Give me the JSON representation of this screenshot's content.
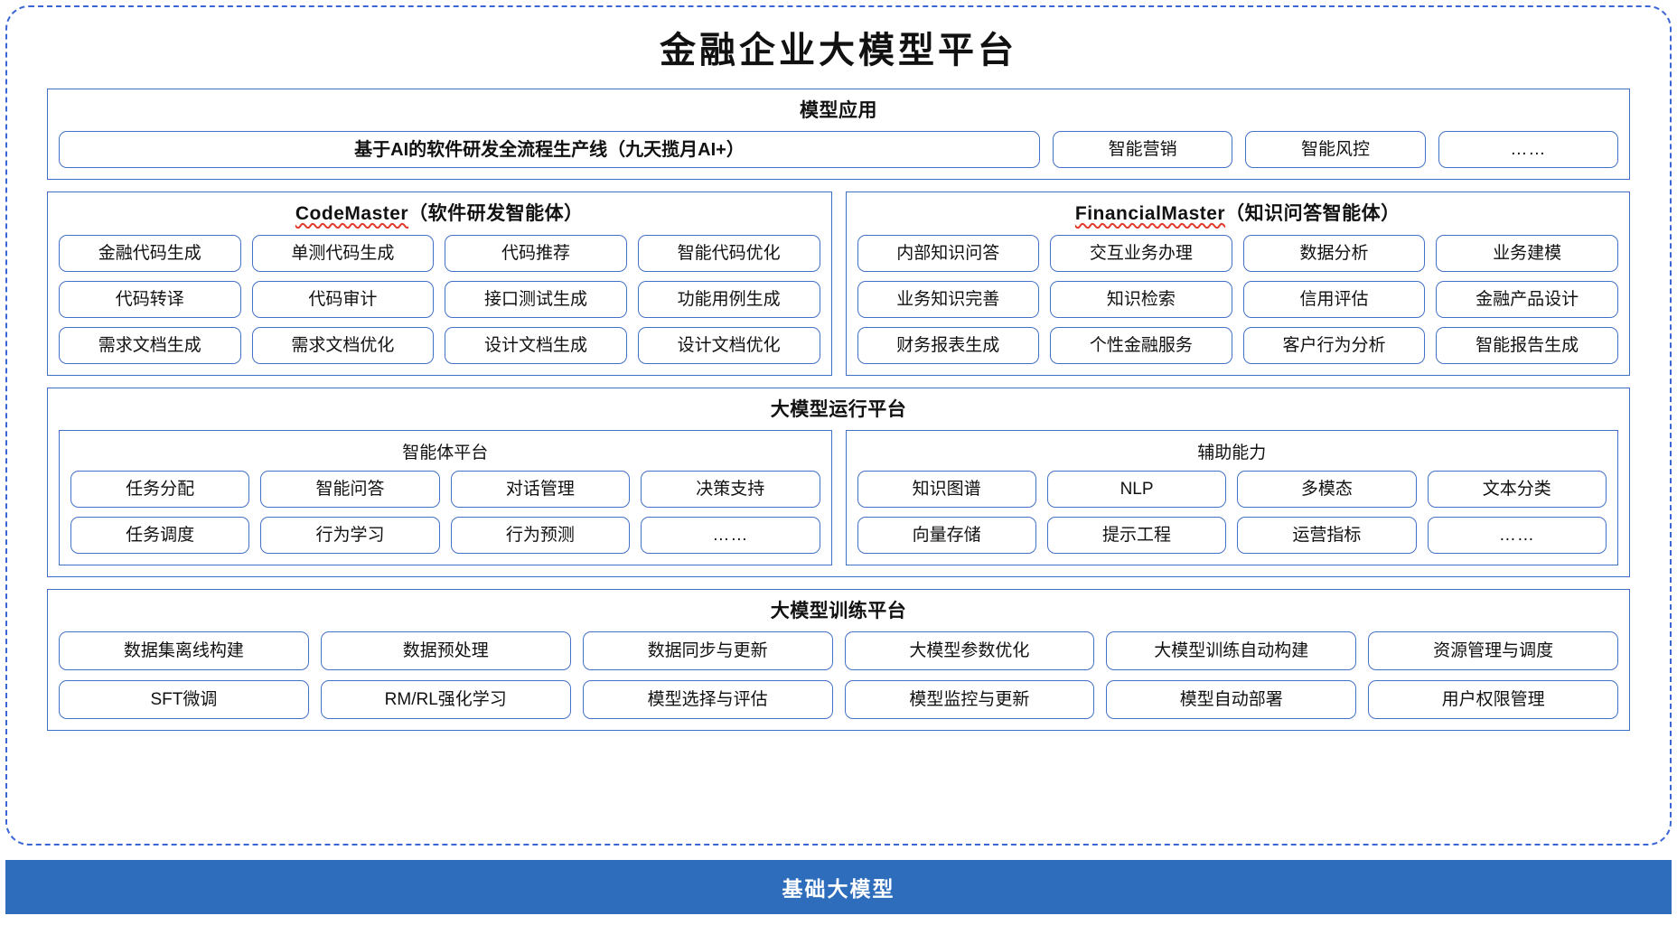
{
  "page": {
    "title": "金融企业大模型平台"
  },
  "model_application": {
    "title": "模型应用",
    "primary": "基于AI的软件研发全流程生产线（九天揽月AI+）",
    "items": [
      "智能营销",
      "智能风控",
      "……"
    ]
  },
  "agents": [
    {
      "name": "CodeMaster",
      "suffix": "（软件研发智能体）",
      "items": [
        "金融代码生成",
        "单测代码生成",
        "代码推荐",
        "智能代码优化",
        "代码转译",
        "代码审计",
        "接口测试生成",
        "功能用例生成",
        "需求文档生成",
        "需求文档优化",
        "设计文档生成",
        "设计文档优化"
      ]
    },
    {
      "name": "FinancialMaster",
      "suffix": "（知识问答智能体）",
      "items": [
        "内部知识问答",
        "交互业务办理",
        "数据分析",
        "业务建模",
        "业务知识完善",
        "知识检索",
        "信用评估",
        "金融产品设计",
        "财务报表生成",
        "个性金融服务",
        "客户行为分析",
        "智能报告生成"
      ]
    }
  ],
  "run_platform": {
    "title": "大模型运行平台",
    "panels": [
      {
        "title": "智能体平台",
        "items": [
          "任务分配",
          "智能问答",
          "对话管理",
          "决策支持",
          "任务调度",
          "行为学习",
          "行为预测",
          "……"
        ]
      },
      {
        "title": "辅助能力",
        "items": [
          "知识图谱",
          "NLP",
          "多模态",
          "文本分类",
          "向量存储",
          "提示工程",
          "运营指标",
          "……"
        ]
      }
    ]
  },
  "training_platform": {
    "title": "大模型训练平台",
    "items": [
      "数据集离线构建",
      "数据预处理",
      "数据同步与更新",
      "大模型参数优化",
      "大模型训练自动构建",
      "资源管理与调度",
      "SFT微调",
      "RM/RL强化学习",
      "模型选择与评估",
      "模型监控与更新",
      "模型自动部署",
      "用户权限管理"
    ]
  },
  "base": {
    "label": "基础大模型"
  },
  "colors": {
    "accent_blue": "#2E6CBC",
    "border_blue": "#4371c7",
    "dashed_blue": "#3a66d6",
    "spell_red": "#e23b2e"
  }
}
